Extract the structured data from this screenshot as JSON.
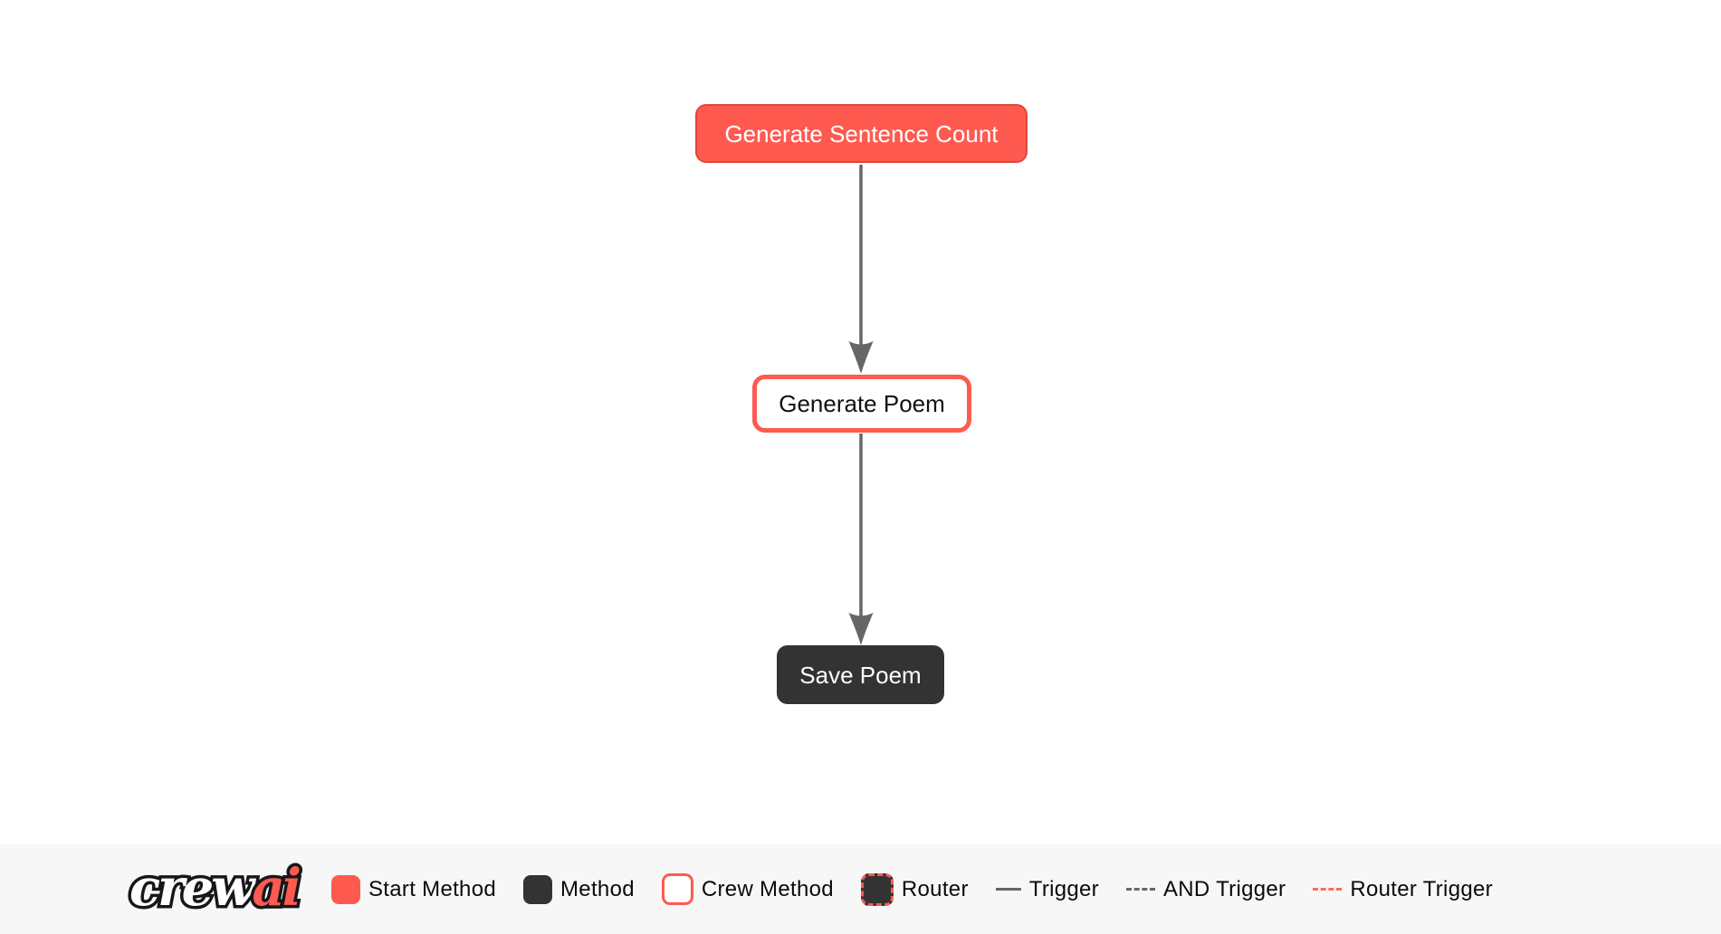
{
  "flow": {
    "nodes": [
      {
        "label": "Generate Sentence Count",
        "type": "start-method"
      },
      {
        "label": "Generate Poem",
        "type": "crew-method"
      },
      {
        "label": "Save Poem",
        "type": "method"
      }
    ],
    "edges": [
      {
        "from": "Generate Sentence Count",
        "to": "Generate Poem",
        "type": "trigger"
      },
      {
        "from": "Generate Poem",
        "to": "Save Poem",
        "type": "trigger"
      }
    ]
  },
  "legend": {
    "logo": {
      "crew": "crew",
      "ai": "ai"
    },
    "items": [
      {
        "label": "Start Method",
        "swatch": "start-method"
      },
      {
        "label": "Method",
        "swatch": "method"
      },
      {
        "label": "Crew Method",
        "swatch": "crew-method"
      },
      {
        "label": "Router",
        "swatch": "router"
      },
      {
        "label": "Trigger",
        "swatch": "solid-line"
      },
      {
        "label": "AND Trigger",
        "swatch": "dashed-line"
      },
      {
        "label": "Router Trigger",
        "swatch": "red-dashed-line"
      }
    ]
  },
  "colors": {
    "accent_red": "#FF5A50",
    "node_dark": "#333333",
    "edge_gray": "#666666",
    "legend_background": "#F7F7F8",
    "canvas_background": "#FFFFFF"
  }
}
